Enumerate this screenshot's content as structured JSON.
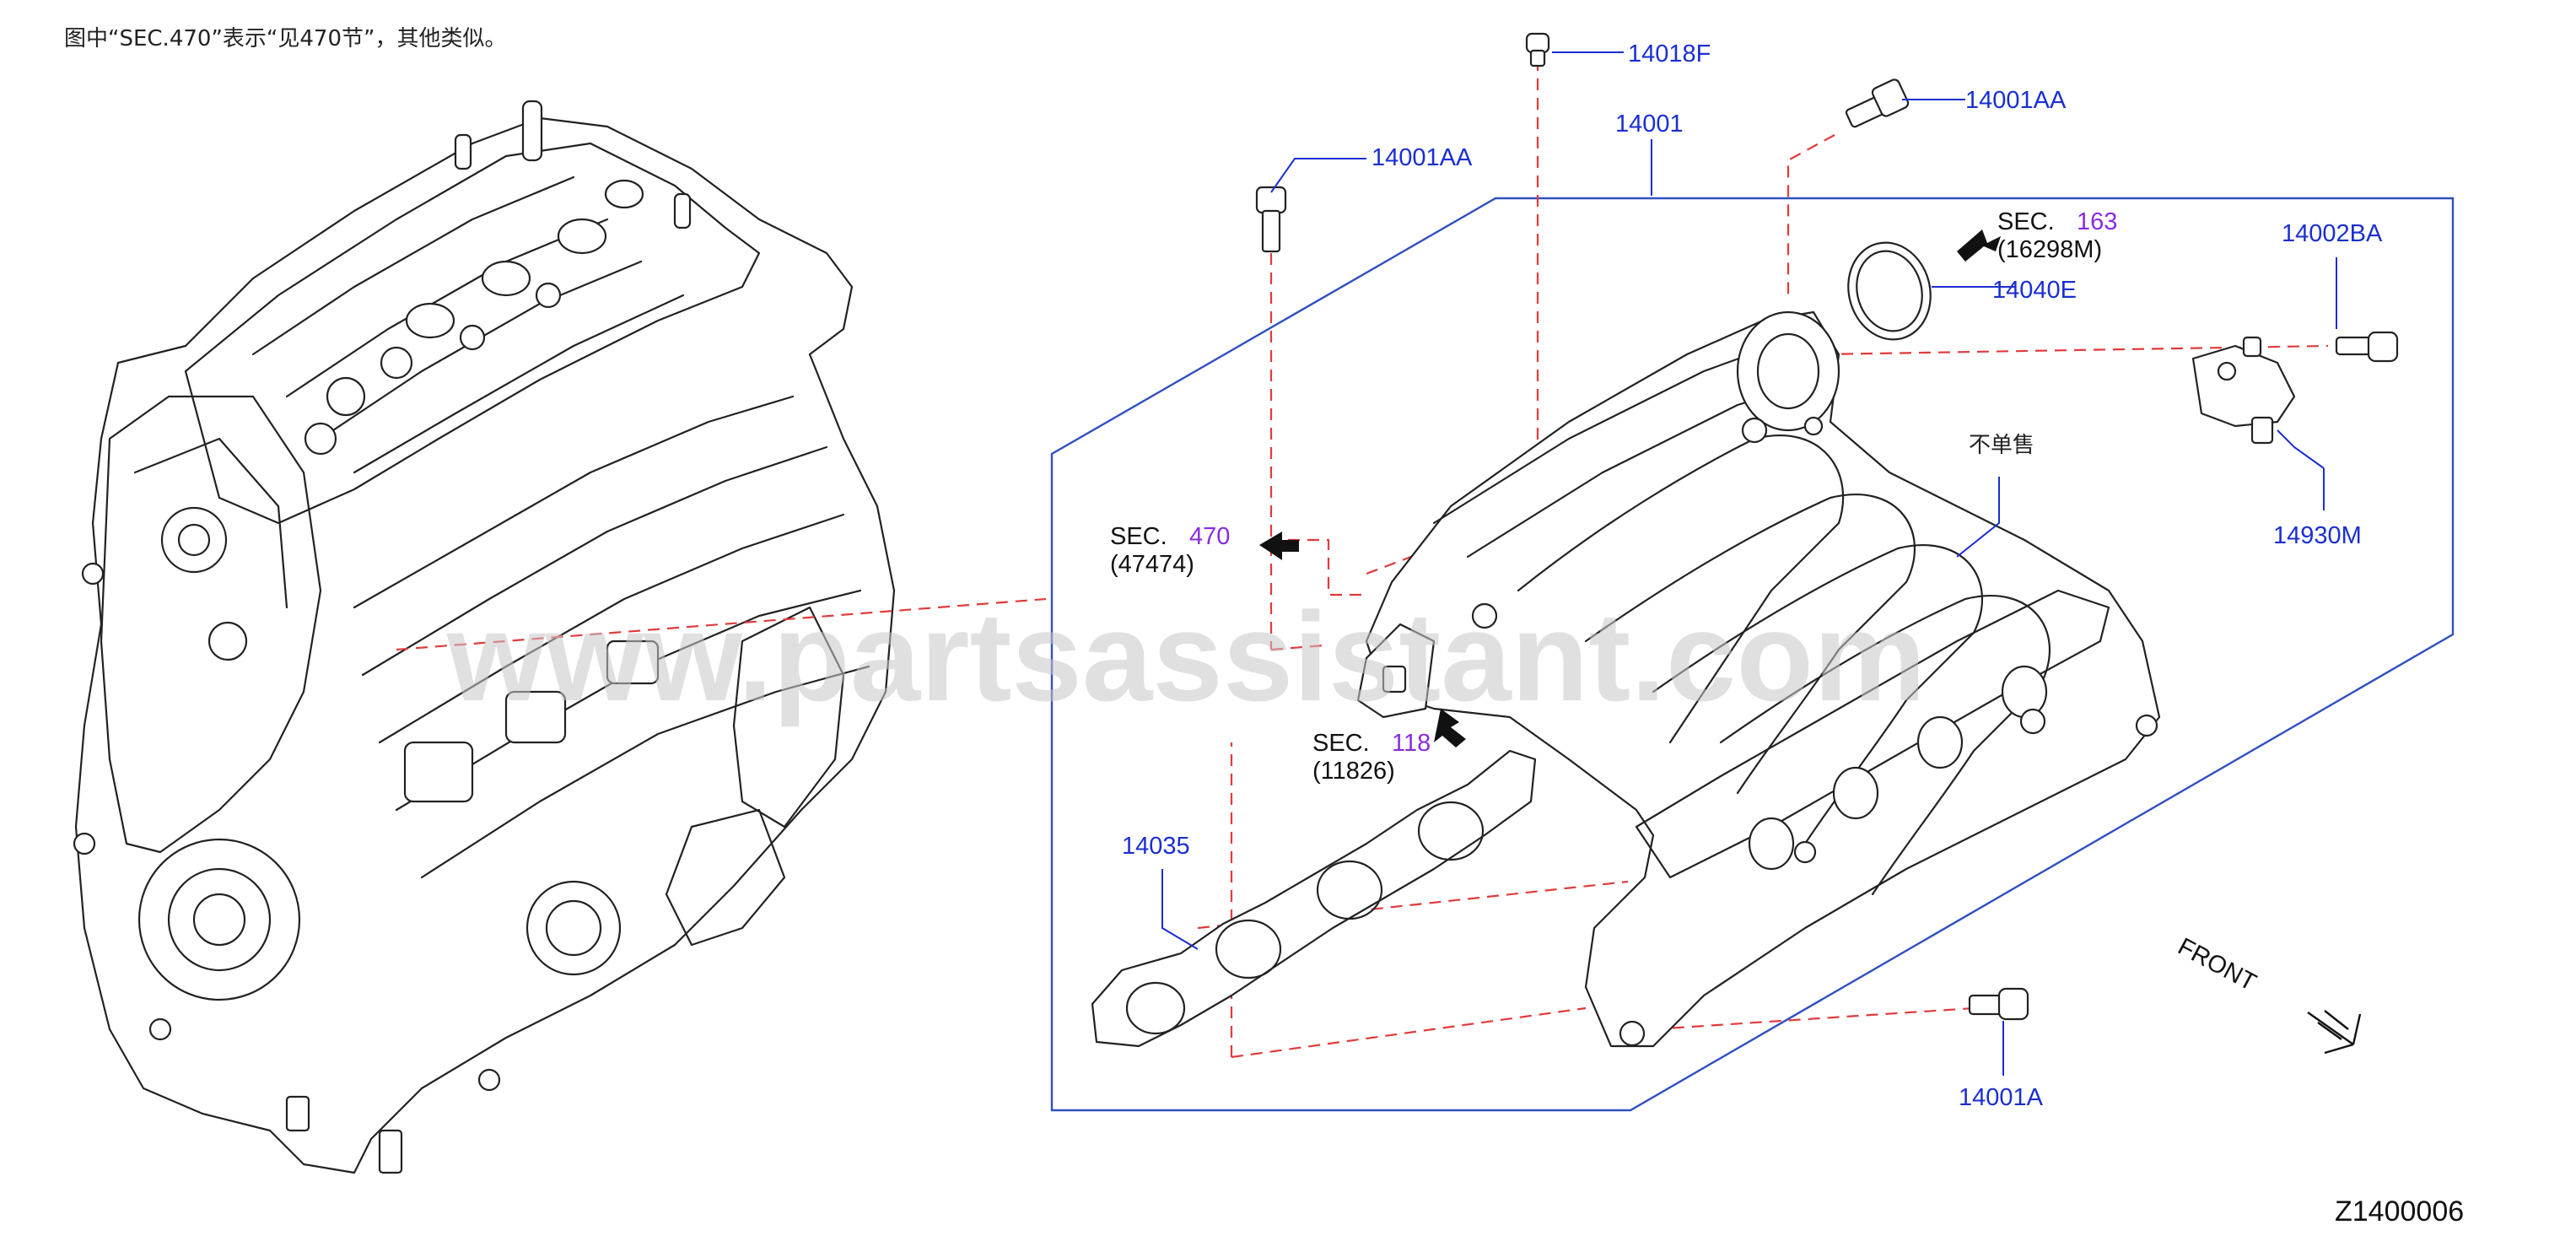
{
  "note_text": "图中“SEC.470”表示“见470节”，其他类似。",
  "watermark": "www.partsassistant.com",
  "diagram_code": "Z1400006",
  "parts": {
    "p14018F": "14018F",
    "p14001AA_top": "14001AA",
    "p14001AA_left": "14001AA",
    "p14001": "14001",
    "p14040E": "14040E",
    "p14002BA": "14002BA",
    "p14930M": "14930M",
    "p14035": "14035",
    "p14001A": "14001A",
    "not_sold": "不单售"
  },
  "sections": {
    "sec163": {
      "prefix": "SEC.",
      "num": "163",
      "sub": "(16298M)"
    },
    "sec470": {
      "prefix": "SEC.",
      "num": "470",
      "sub": "(47474)"
    },
    "sec118": {
      "prefix": "SEC.",
      "num": "118",
      "sub": "(11826)"
    }
  },
  "front_label": "FRONT",
  "colors": {
    "part_label": "#1a2fd0",
    "section_num": "#8a2be2",
    "dash": "#e23a3a",
    "frame": "#3050c0"
  }
}
